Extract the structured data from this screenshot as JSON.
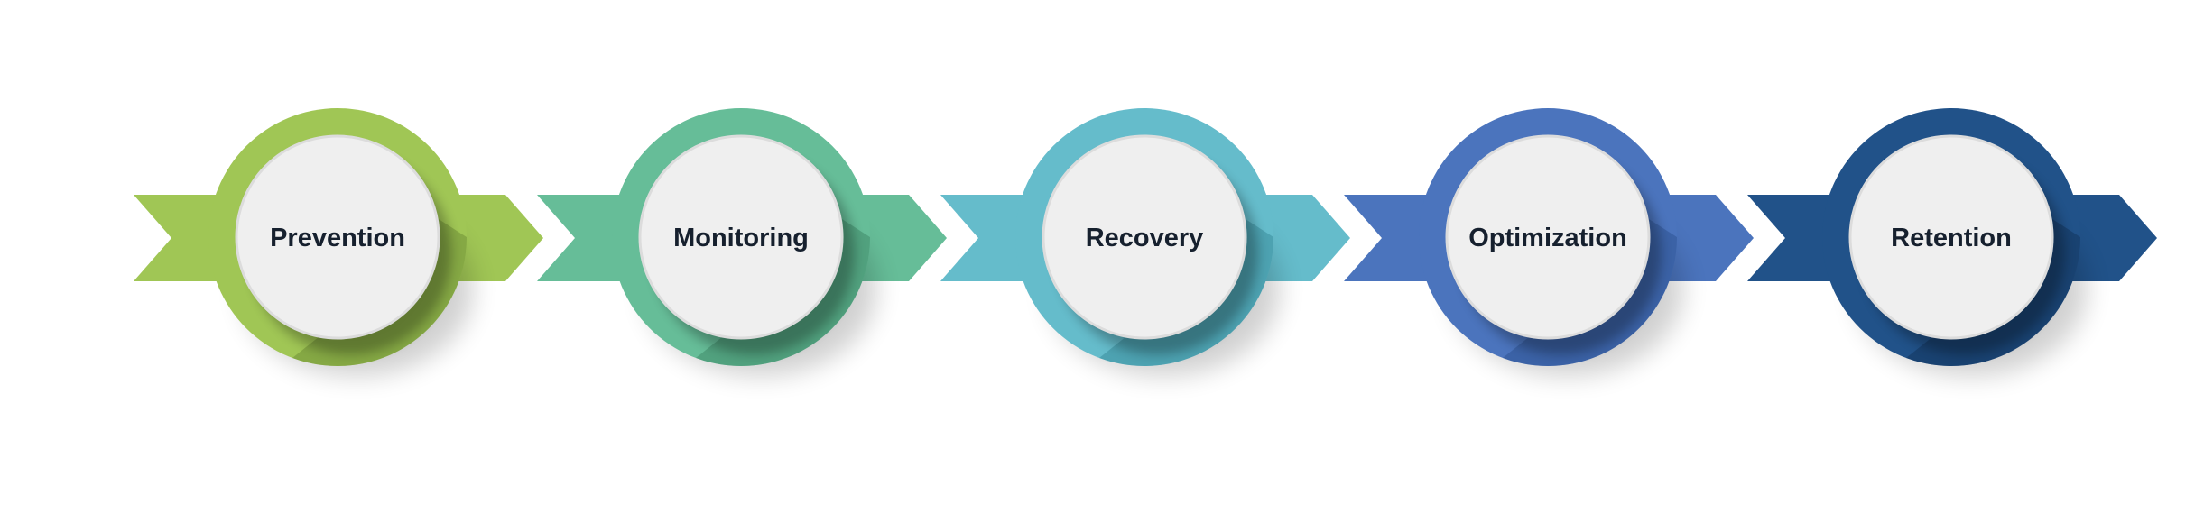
{
  "steps": [
    {
      "label": "Prevention",
      "color": "#a0c655",
      "shade": "#6f8f36"
    },
    {
      "label": "Monitoring",
      "color": "#66bd98",
      "shade": "#3f8b6a"
    },
    {
      "label": "Recovery",
      "color": "#65bccb",
      "shade": "#3b8d9c"
    },
    {
      "label": "Optimization",
      "color": "#4b74bd",
      "shade": "#2f5393"
    },
    {
      "label": "Retention",
      "color": "#215289",
      "shade": "#14355c"
    }
  ],
  "colors": {
    "inner_circle": "#efefef",
    "inner_rim": "#dcdcdc",
    "label_text": "#16202e"
  }
}
